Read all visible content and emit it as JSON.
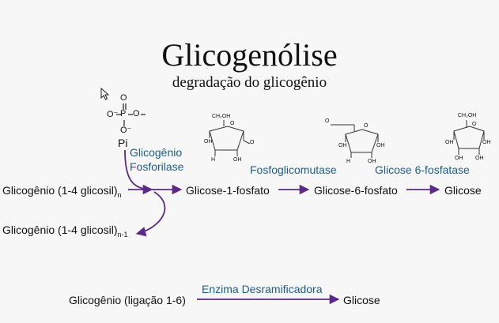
{
  "title": "Glicogenólise",
  "subtitle": "degradação do glicogênio",
  "phosphate": {
    "label": "Pi",
    "atom_O": "O",
    "atom_P": "P",
    "atom_Ominus": "O⁻"
  },
  "enzymes": {
    "glicogenio_fosforilase_line1": "Glicogênio",
    "glicogenio_fosforilase_line2": "Fosforilase",
    "fosfoglicomutase": "Fosfoglicomutase",
    "glicose6fosfatase": "Glicose 6-fosfatase",
    "desramificadora": "Enzima Desramificadora"
  },
  "metabolites": {
    "glicogenio_n_base": "Glicogênio (1-4 glicosil)",
    "glicogenio_n_sub": "n",
    "glicogenio_n1_base": "Glicogênio (1-4 glicosil)",
    "glicogenio_n1_sub": "n-1",
    "glicose1p": "Glicose-1-fosfato",
    "glicose6p": "Glicose-6-fosfato",
    "glicose": "Glicose",
    "glicogenio_16": "Glicogênio (ligação 1-6)",
    "glicose_b": "Glicose"
  },
  "structure_labels": {
    "ch2oh": "CH₂OH",
    "oh": "OH",
    "h": "H",
    "o": "O"
  },
  "colors": {
    "arrow": "#5b2a86",
    "enzyme_text": "#1f5d8a",
    "background": "#f7f7f7"
  }
}
